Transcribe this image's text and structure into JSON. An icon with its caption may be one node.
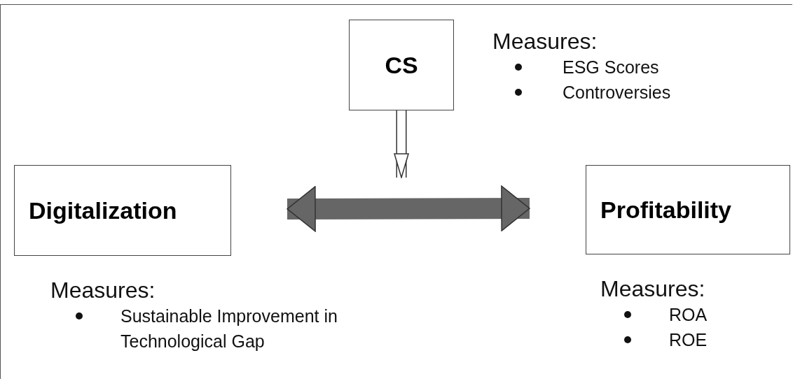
{
  "diagram": {
    "nodes": [
      {
        "text": [
          "CS"
        ],
        "beside": [
          "Measures:",
          "ESG Scores",
          "Controversies"
        ]
      },
      {
        "text": [
          "Digitalization"
        ],
        "beside": [
          "Measures:",
          "Sustainable Improvement in Technological Gap"
        ]
      },
      {
        "text": [
          "Profitability"
        ],
        "beside": [
          "Measures:",
          "ROA",
          "ROE"
        ]
      }
    ],
    "edges": [
      {
        "from": 1,
        "to": 2,
        "arrow": "both",
        "style": "thick",
        "color": "#666666"
      },
      {
        "from": 0,
        "to": null,
        "arrow": "to"
      }
    ]
  }
}
